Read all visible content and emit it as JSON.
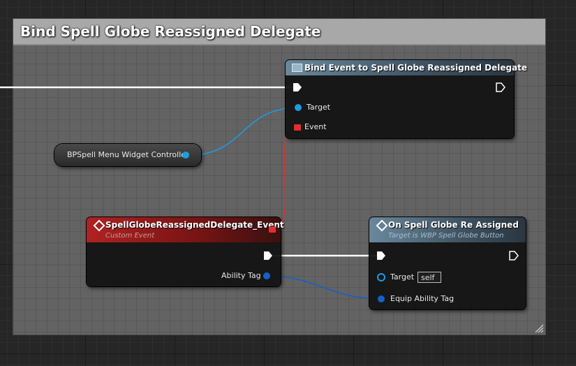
{
  "comment": {
    "title": "Bind Spell Globe Reassigned Delegate"
  },
  "nodes": {
    "bind_event": {
      "title": "Bind Event to Spell Globe Reassigned Delegate",
      "pins": {
        "target": "Target",
        "event": "Event"
      }
    },
    "variable": {
      "label": "BPSpell Menu Widget Controller"
    },
    "custom_event": {
      "title": "SpellGlobeReassignedDelegate_Event",
      "subtitle": "Custom Event",
      "pins": {
        "ability_tag": "Ability Tag"
      }
    },
    "on_spell_globe": {
      "title": "On Spell Globe Re Assigned",
      "subtitle": "Target is WBP Spell Globe Button",
      "pins": {
        "target": "Target",
        "target_default": "self",
        "equip_ability_tag": "Equip Ability Tag"
      }
    }
  },
  "icons": {
    "bind_event": "function-icon",
    "custom_event": "event-diamond-icon",
    "on_spell_globe": "event-diamond-icon"
  },
  "colors": {
    "exec_wire": "#ffffff",
    "object_wire": "#1e9ce0",
    "struct_wire": "#1560c8",
    "delegate_wire": "#e03030",
    "event_header": "#b02222",
    "function_header": "#6a889c"
  }
}
